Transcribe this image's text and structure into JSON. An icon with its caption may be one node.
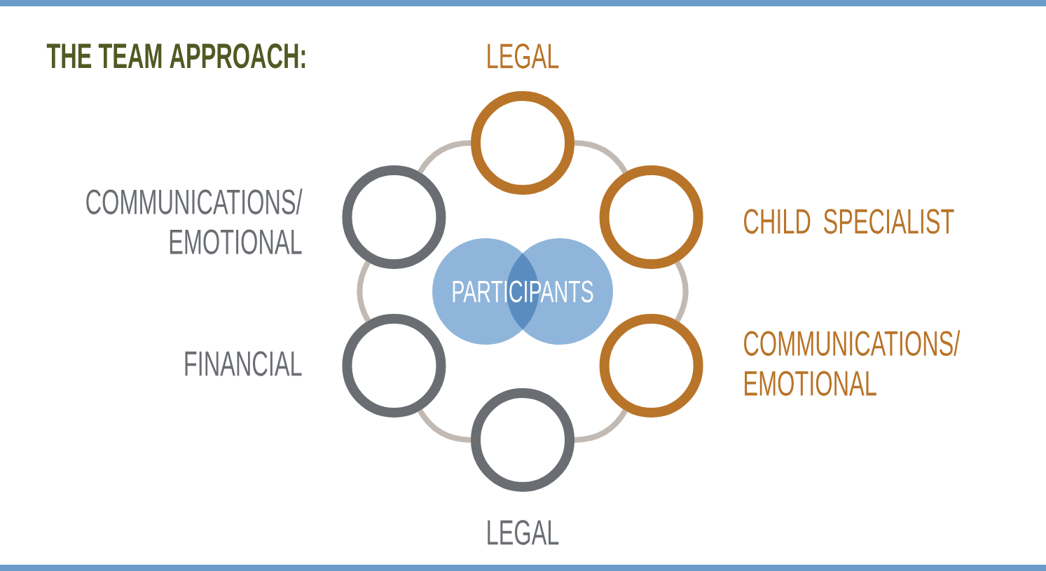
{
  "diagram": {
    "title": "THE TEAM APPROACH:",
    "nodes": [
      {
        "text": [],
        "shape": "circle",
        "beside": [
          "LEGAL"
        ]
      },
      {
        "text": [],
        "shape": "circle",
        "beside": [
          "COMMUNICATIONS/ EMOTIONAL"
        ]
      },
      {
        "text": [],
        "shape": "circle",
        "beside": [
          "CHILD SPECIALIST"
        ]
      },
      {
        "text": [
          "PARTICIPANTS"
        ]
      },
      {
        "text": [],
        "shape": "circle",
        "beside": [
          "FINANCIAL"
        ]
      },
      {
        "text": [],
        "shape": "circle",
        "beside": [
          "COMMUNICATIONS/ EMOTIONAL"
        ]
      },
      {
        "text": [],
        "shape": "circle",
        "beside": [
          "LEGAL"
        ]
      }
    ],
    "edges": [
      {
        "from": 0,
        "to": 2,
        "arrow": "none"
      },
      {
        "from": 2,
        "to": 5,
        "arrow": "none"
      },
      {
        "from": 5,
        "to": 6,
        "arrow": "none"
      },
      {
        "from": 6,
        "to": 4,
        "arrow": "none"
      },
      {
        "from": 4,
        "to": 1,
        "arrow": "none"
      },
      {
        "from": 1,
        "to": 0,
        "arrow": "none"
      }
    ]
  }
}
